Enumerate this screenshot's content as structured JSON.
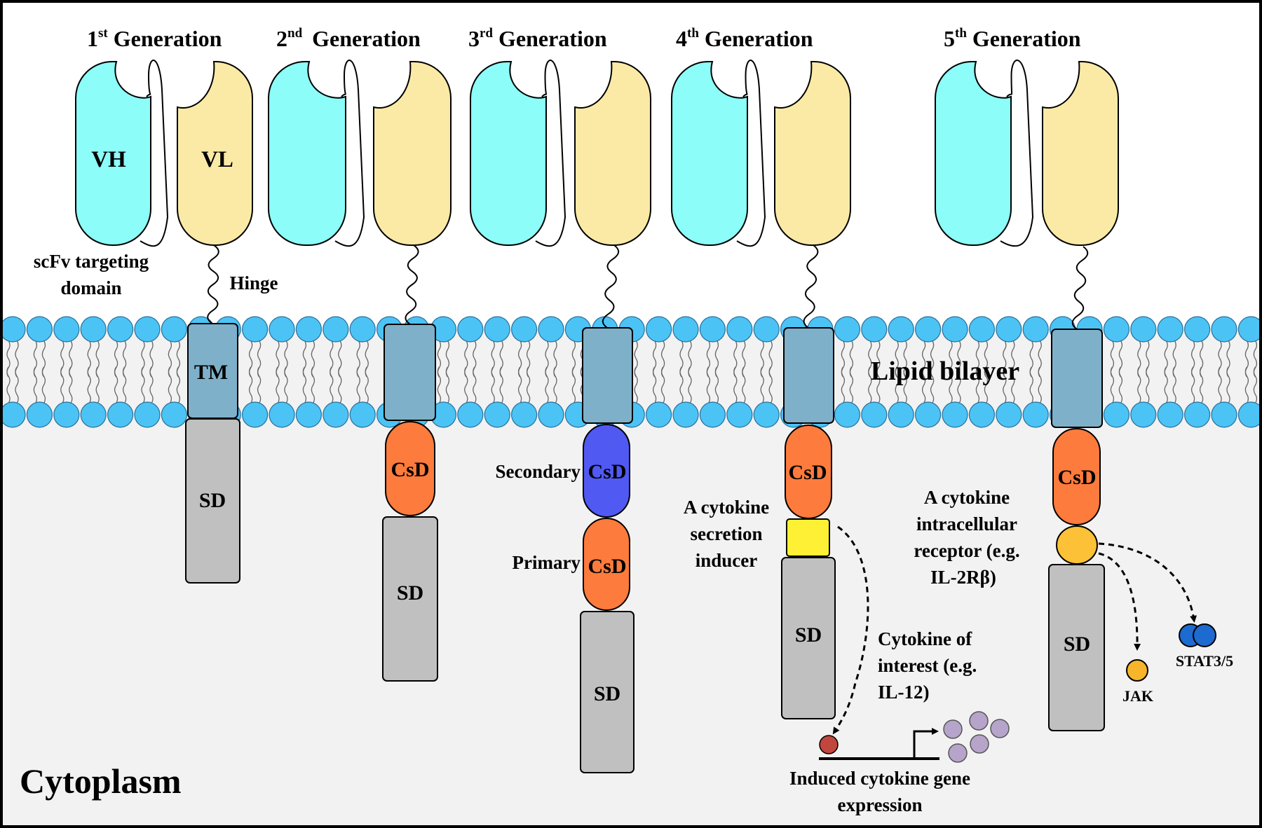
{
  "generations": [
    {
      "num": "1",
      "sup": "st",
      "word": "Generation"
    },
    {
      "num": "2",
      "sup": "nd",
      "word": "Generation"
    },
    {
      "num": "3",
      "sup": "rd",
      "word": "Generation"
    },
    {
      "num": "4",
      "sup": "th",
      "word": "Generation"
    },
    {
      "num": "5",
      "sup": "th",
      "word": "Generation"
    }
  ],
  "labels": {
    "vh": "VH",
    "vl": "VL",
    "scfv_line1": "scFv targeting",
    "scfv_line2": "domain",
    "hinge": "Hinge",
    "tm": "TM",
    "lipid_bilayer": "Lipid bilayer",
    "cytoplasm": "Cytoplasm",
    "sd": "SD",
    "csd": "CsD",
    "secondary": "Secondary",
    "primary": "Primary",
    "inducer_line1": "A cytokine",
    "inducer_line2": "secretion",
    "inducer_line3": "inducer",
    "coi_line1": "Cytokine of",
    "coi_line2": "interest (e.g.",
    "coi_line3": "IL-12)",
    "induced_line1": "Induced cytokine gene",
    "induced_line2": "expression",
    "receptor_line1": "A cytokine",
    "receptor_line2": "intracellular",
    "receptor_line3": "receptor (e.g.",
    "receptor_line4": "IL-2Rβ)",
    "jak": "JAK",
    "stat": "STAT3/5"
  },
  "colors": {
    "vh": "#8cfdf8",
    "vl": "#fbeaa6",
    "tm": "#7eb1c9",
    "sd": "#c0c0c0",
    "csd": "#fd7b3c",
    "secondary_csd": "#5059f1",
    "inducer": "#fef034",
    "receptor": "#fcc136",
    "lipid_head": "#4cc3f5",
    "cytoplasm": "#f2f2f2",
    "cytokine_dot": "#c0463e",
    "cytokine_cluster": "#b7a4ca",
    "stat": "#1d6ad0",
    "jak": "#f6b52a"
  }
}
